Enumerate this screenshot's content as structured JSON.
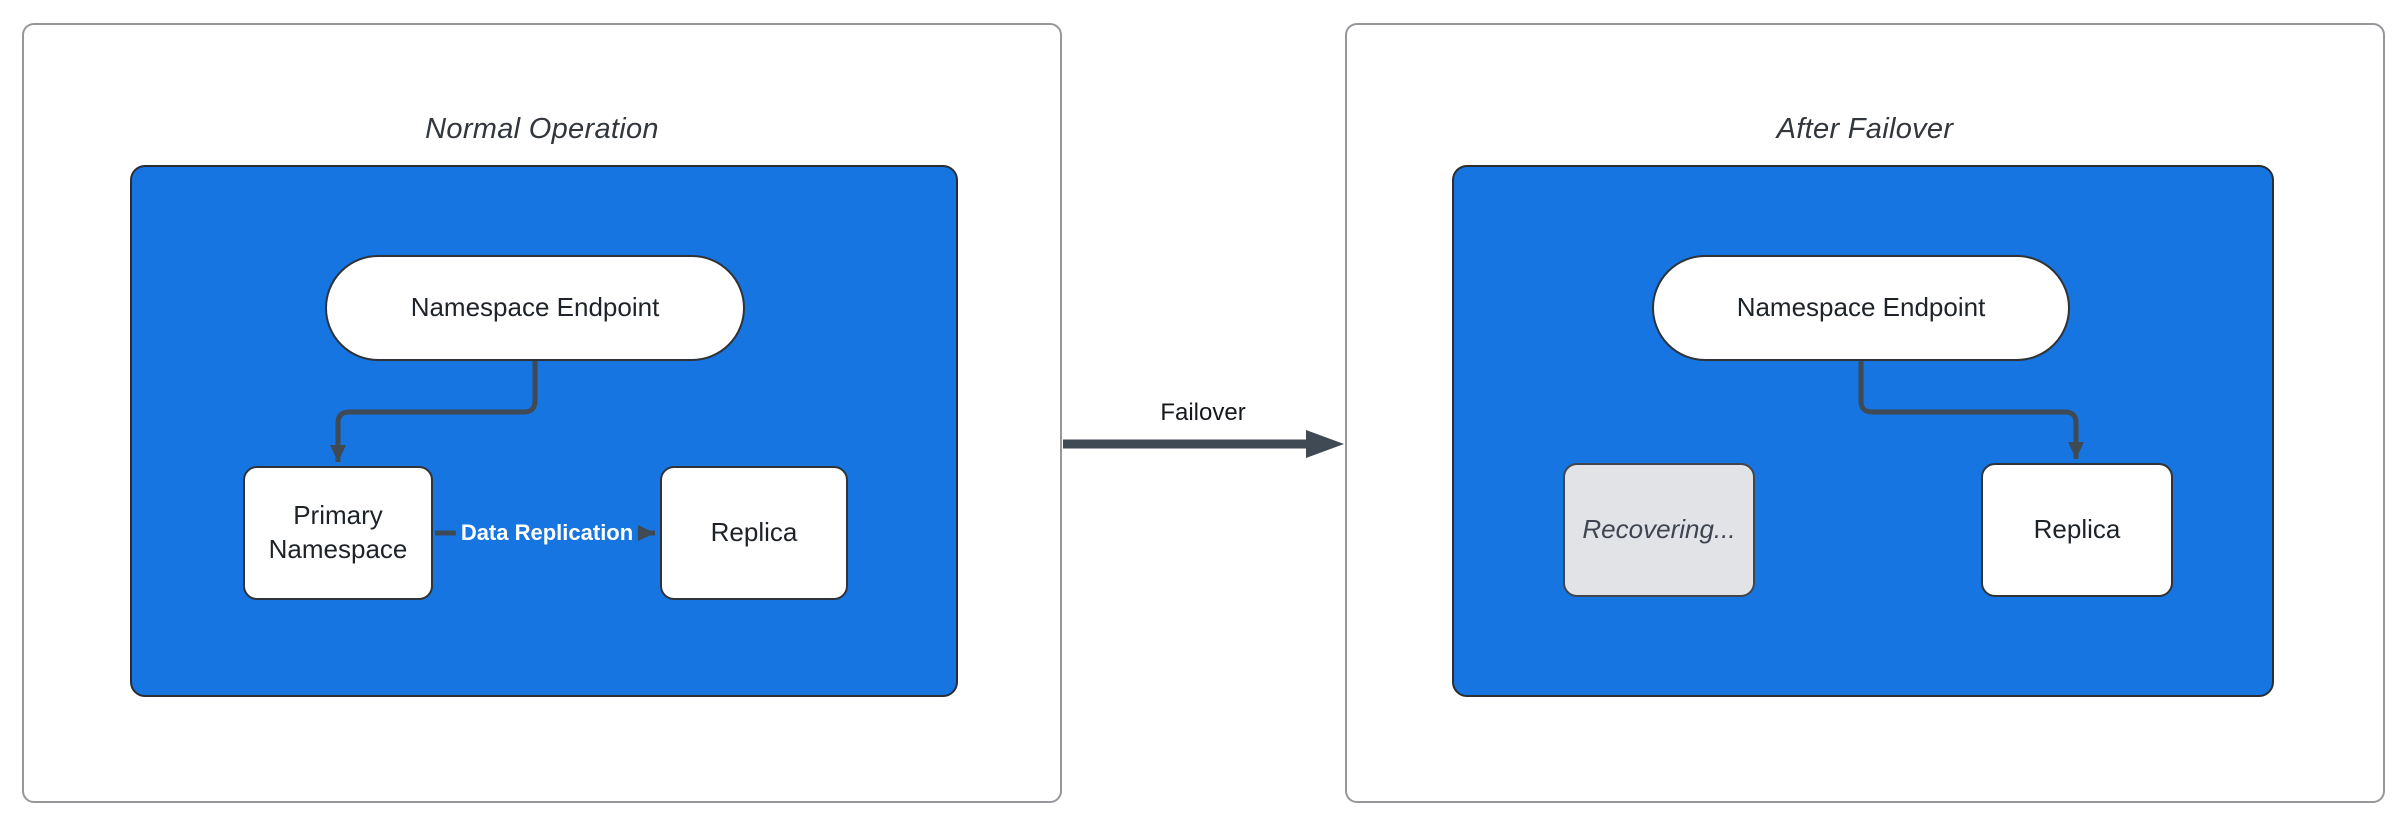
{
  "panels": [
    {
      "title": "Normal Operation",
      "nodes": {
        "endpoint": "Namespace Endpoint",
        "primary": "Primary Namespace",
        "replica": "Replica"
      },
      "edge_label": "Data Replication"
    },
    {
      "title": "After Failover",
      "nodes": {
        "endpoint": "Namespace Endpoint",
        "recovering": "Recovering...",
        "replica": "Replica"
      }
    }
  ],
  "transition": {
    "label": "Failover"
  },
  "colors": {
    "blue": "#1675E0",
    "edge": "#3F4A55",
    "nodeBorder": "#2F3338",
    "clusterBorder": "#2A2E33",
    "panelBorder": "#95979B",
    "titleText": "#32373E",
    "nodeText": "#1E2329",
    "recoveringFill": "#E2E3E7",
    "recoveringText": "#3E4450",
    "recoveringBorder": "#41464E",
    "failoverText": "#15181C",
    "edgeLabelText": "#FFFFFF"
  }
}
